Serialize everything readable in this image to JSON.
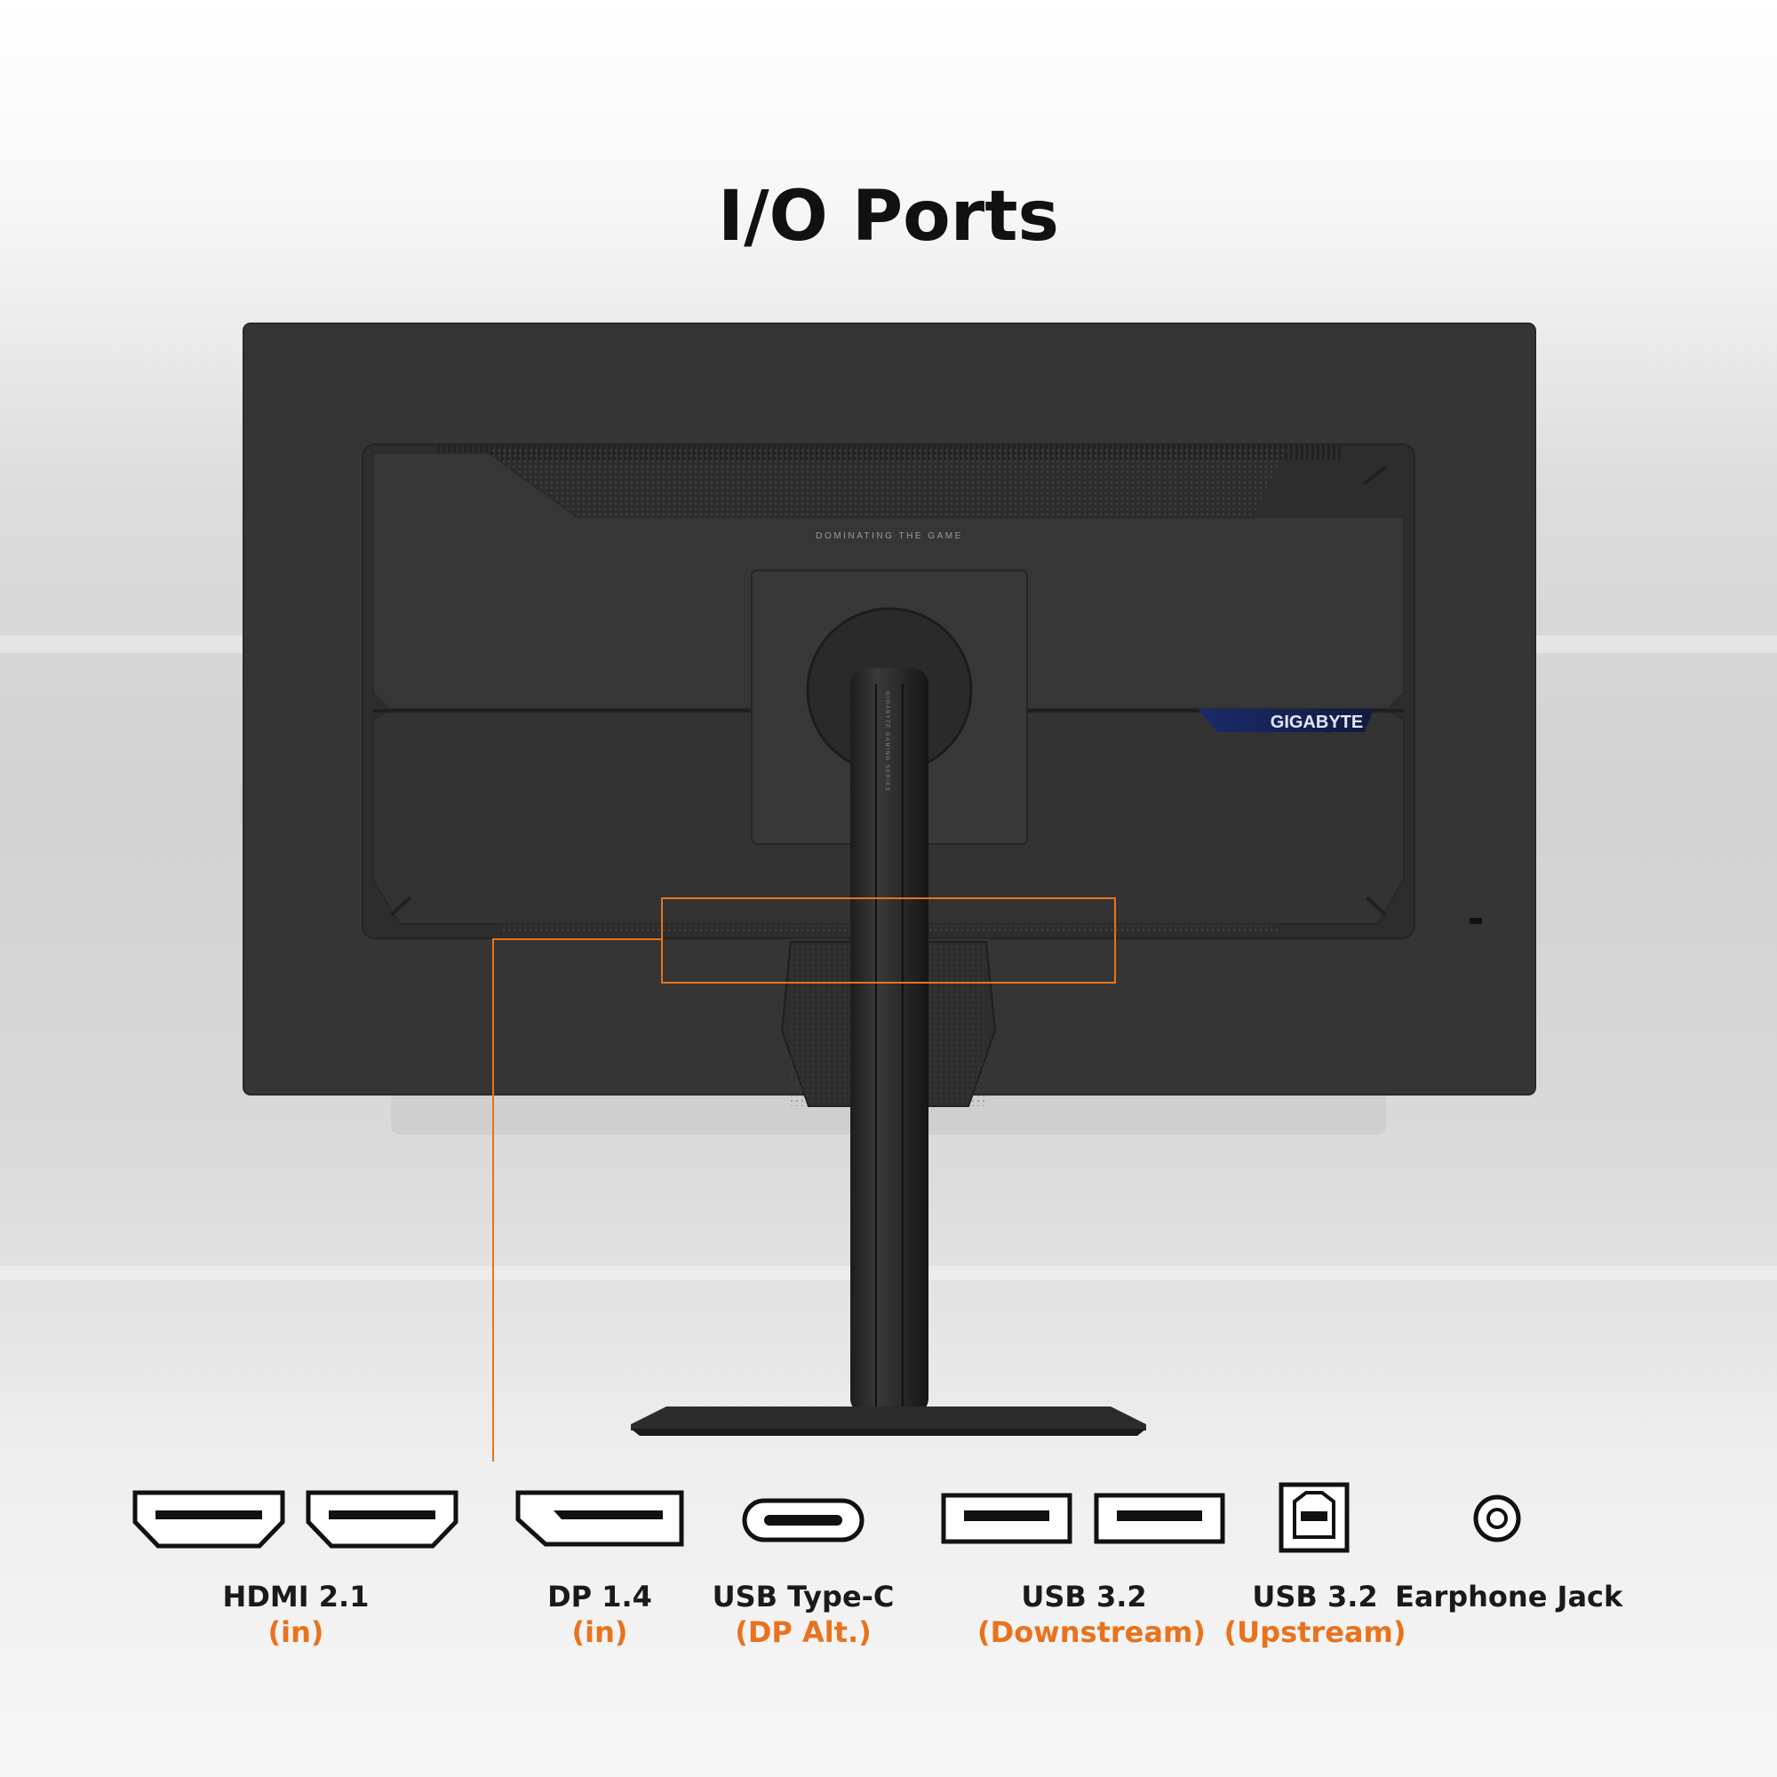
{
  "title": "I/O Ports",
  "accent_color": "#E8731C",
  "monitor": {
    "back_text": "DOMINATING THE GAME",
    "logo_text": "GIGABYTE",
    "stand_text": "GIGABYTE GAMING SERIES"
  },
  "ports": [
    {
      "id": "hdmi",
      "label": "HDMI 2.1",
      "sublabel": "(in)",
      "icon": "hdmi-port-icon",
      "count": 2
    },
    {
      "id": "dp",
      "label": "DP 1.4",
      "sublabel": "(in)",
      "icon": "displayport-icon",
      "count": 1
    },
    {
      "id": "usbc",
      "label": "USB Type-C",
      "sublabel": "(DP Alt.)",
      "icon": "usb-type-c-icon",
      "count": 1
    },
    {
      "id": "usb-down",
      "label": "USB 3.2",
      "sublabel": "(Downstream)",
      "icon": "usb-a-port-icon",
      "count": 2
    },
    {
      "id": "usb-up",
      "label": "USB 3.2",
      "sublabel": "(Upstream)",
      "icon": "usb-b-port-icon",
      "count": 1
    },
    {
      "id": "earphone",
      "label": "Earphone Jack",
      "sublabel": "",
      "icon": "earphone-jack-icon",
      "count": 1
    }
  ]
}
